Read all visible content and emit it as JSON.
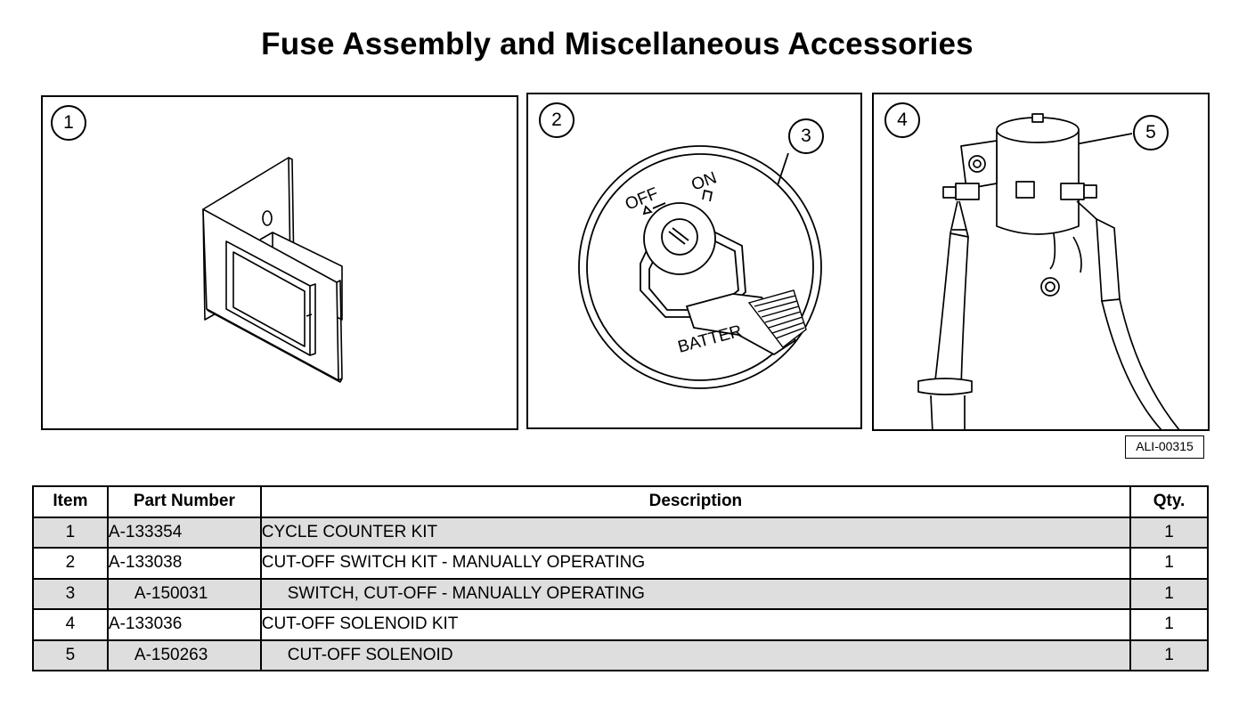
{
  "title": "Fuse Assembly and Miscellaneous Accessories",
  "figure_code": "ALI-00315",
  "callouts": [
    "1",
    "2",
    "3",
    "4",
    "5"
  ],
  "switch_labels": {
    "off": "OFF",
    "on": "ON",
    "battery": "BATTER"
  },
  "table": {
    "headers": {
      "item": "Item",
      "part_number": "Part Number",
      "description": "Description",
      "qty": "Qty."
    },
    "rows": [
      {
        "item": "1",
        "part_number": "A-133354",
        "description": "CYCLE COUNTER KIT",
        "qty": "1"
      },
      {
        "item": "2",
        "part_number": "A-133038",
        "description": "CUT-OFF SWITCH KIT - MANUALLY OPERATING",
        "qty": "1"
      },
      {
        "item": "3",
        "part_number": "A-150031",
        "description": "SWITCH, CUT-OFF - MANUALLY OPERATING",
        "qty": "1"
      },
      {
        "item": "4",
        "part_number": "A-133036",
        "description": "CUT-OFF SOLENOID KIT",
        "qty": "1"
      },
      {
        "item": "5",
        "part_number": "A-150263",
        "description": "CUT-OFF SOLENOID",
        "qty": "1"
      }
    ]
  }
}
